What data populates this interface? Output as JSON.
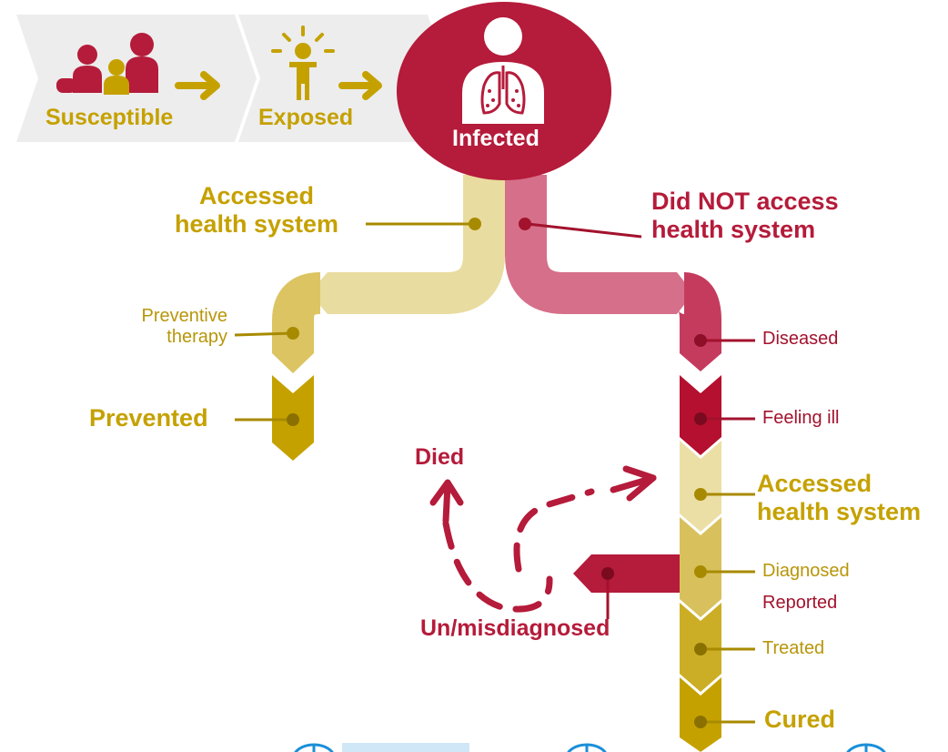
{
  "stages": {
    "susceptible": "Susceptible",
    "exposed": "Exposed",
    "infected": "Infected"
  },
  "branches": {
    "accessed": "Accessed\nhealth system",
    "not_accessed": "Did NOT access\nhealth system"
  },
  "left_path": {
    "preventive": "Preventive\ntherapy",
    "prevented": "Prevented"
  },
  "right_path": {
    "diseased": "Diseased",
    "feeling_ill": "Feeling ill",
    "accessed": "Accessed\nhealth system",
    "diagnosed": "Diagnosed",
    "reported": "Reported",
    "treated": "Treated",
    "cured": "Cured"
  },
  "loop": {
    "died": "Died",
    "undiagnosed": "Un/misdiagnosed"
  },
  "colors": {
    "gold": "#c5a100",
    "crimson": "#b51b3a",
    "pale_gold": "#e9dca0",
    "pink": "#d66f8a"
  },
  "icons": [
    "family-icon",
    "exposed-person-icon",
    "lungs-icon",
    "arrow-right-icon",
    "who-logo-icon"
  ]
}
